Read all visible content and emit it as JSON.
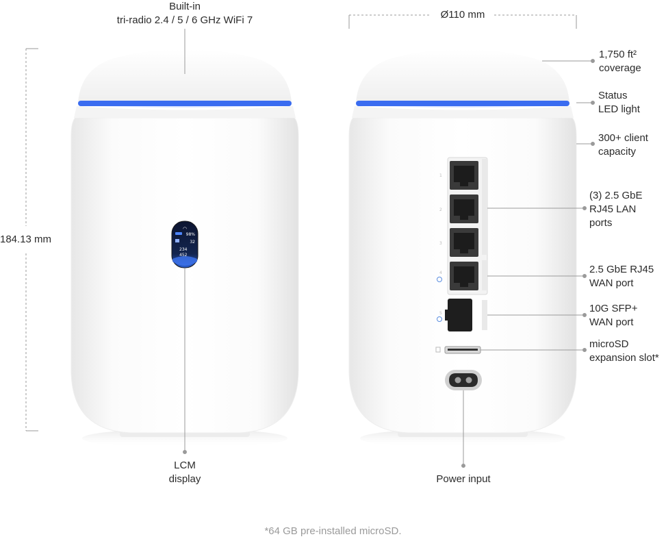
{
  "labels": {
    "wifi": [
      "Built-in",
      "tri-radio 2.4 / 5 / 6 GHz WiFi 7"
    ],
    "diameter": "Ø110 mm",
    "height": "184.13 mm",
    "coverage": [
      "1,750 ft²",
      "coverage"
    ],
    "status_led": [
      "Status",
      "LED light"
    ],
    "client_capacity": [
      "300+ client",
      "capacity"
    ],
    "lan_ports": [
      "(3) 2.5 GbE",
      "RJ45 LAN",
      "ports"
    ],
    "wan_port": [
      "2.5 GbE RJ45",
      "WAN port"
    ],
    "sfp_port": [
      "10G SFP+",
      "WAN port"
    ],
    "microsd": [
      "microSD",
      "expansion slot*"
    ],
    "lcm": [
      "LCM",
      "display"
    ],
    "power": "Power input"
  },
  "lcm_screen": {
    "signal": "98%",
    "clients": "32",
    "download": "234",
    "upload": "452"
  },
  "port_numbers": [
    "1",
    "2",
    "3",
    "4",
    "5"
  ],
  "footnote": "*64 GB pre-installed microSD.",
  "colors": {
    "led": "#3a6cf0",
    "body": "#ffffff",
    "callout_line": "#9a9a9a",
    "text": "#2b2b2b",
    "footnote": "#9a9a9a"
  }
}
